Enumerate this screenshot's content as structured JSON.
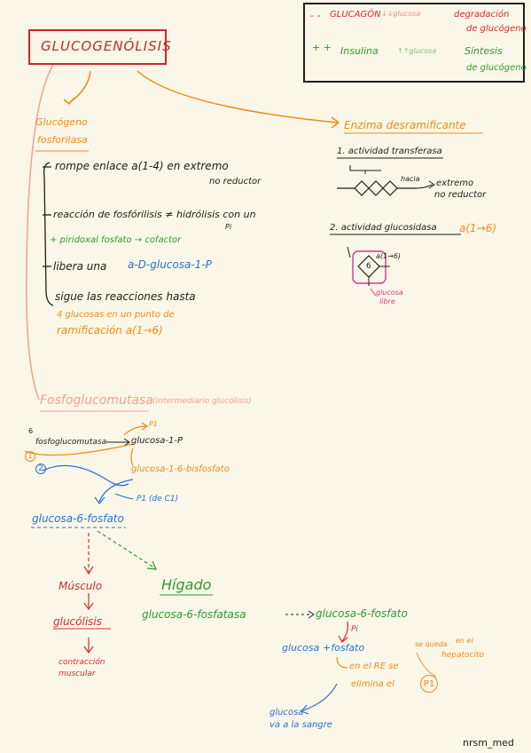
{
  "title": "GLUCOGENÓLISIS",
  "legend": {
    "line1_sign": "- -",
    "line1_a": "GLUCAGÓN",
    "line1_b": "↓↓glucosa",
    "line1_c": "degradación",
    "line1_d": "de glucógeno",
    "line2_sign": "+ +",
    "line2_a": "Insulina",
    "line2_b": "↑↑glucosa",
    "line2_c": "Síntesis",
    "line2_d": "de glucógeno"
  },
  "fosforilasa": {
    "heading1": "Glucógeno",
    "heading2": "fosforilasa",
    "item1a": "rompe enlace a(1-4) en extremo",
    "item1b": "no reductor",
    "item2": "reacción de fosfórilisis ≠ hidrólisis con un",
    "item2_pi": "Pi",
    "item3": "+ piridoxal fosfato → cofactor",
    "item4_prefix": "libera una",
    "item4_value": "a-D-glucosa-1-P",
    "item5": "sigue las reacciones hasta",
    "note1": "4 glucosas en un punto de",
    "note2": "ramificación a(1→6)"
  },
  "desramificante": {
    "heading": "Enzima desramificante",
    "act1": "1. actividad transferasa",
    "act1_label_hacia": "hacia",
    "act1_label_ext1": "extremo",
    "act1_label_ext2": "no reductor",
    "act2_prefix": "2. actividad glucosidasa",
    "act2_value": "a(1→6)",
    "diamond_label": "6",
    "bond_label": "a(1→6)",
    "glucosa_libre1": "glucosa",
    "glucosa_libre2": "libre"
  },
  "fosfoglucomutasa": {
    "heading": "Fosfoglucomutasa",
    "subheading": "(intermediario glucólisis)",
    "step0": "fosfoglucomutasa",
    "step1": "glucosa-1-P",
    "p1_label": "P1",
    "intermediate": "glucosa-1-6-bisfosfato",
    "p1_from": "P1 (de C1)",
    "product": "glucosa-6-fosfato",
    "num1": "1",
    "num2": "2",
    "num6": "6"
  },
  "musculo": {
    "heading": "Músculo",
    "step": "glucólisis",
    "result1": "contracción",
    "result2": "muscular"
  },
  "higado": {
    "heading": "Hígado",
    "enzyme": "glucosa-6-fosfatasa",
    "product": "glucosa-6-fosfato",
    "pi": "Pi",
    "glucosa": "glucosa",
    "fosfato": "+fosfato",
    "re1": "en el RE se",
    "re2": "elimina el",
    "pi_circle": "P1",
    "note1": "se queda",
    "note2": "en el",
    "note3": "hepatocito",
    "final1": "glucosa",
    "final2": "va a la sangre"
  },
  "signature": "nrsm_med",
  "colors": {
    "red": "#d62b2b",
    "orange": "#f08a1a",
    "green": "#2d9a2d",
    "blue": "#2a6fd6",
    "pink": "#d03a8f",
    "ink": "#1d1d1d",
    "paper": "#fbf7e8"
  }
}
